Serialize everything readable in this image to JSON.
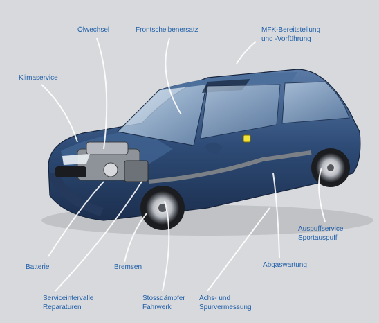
{
  "labels": {
    "oelwechsel": "Ölwechsel",
    "frontscheibe": "Frontscheibenersatz",
    "mfk_line1": "MFK-Bereitstellung",
    "mfk_line2": "und -Vorführung",
    "klimaservice": "Klimaservice",
    "auspuff_line1": "Auspuffservice",
    "auspuff_line2": "Sportauspuff",
    "abgaswartung": "Abgaswartung",
    "batterie": "Batterie",
    "bremsen": "Bremsen",
    "service_line1": "Serviceintervalle",
    "service_line2": "Reparaturen",
    "stoss_line1": "Stossdämpfer",
    "stoss_line2": "Fahrwerk",
    "achs_line1": "Achs- und",
    "achs_line2": "Spurvermessung"
  },
  "colors": {
    "background": "#d8d9dc",
    "label_text": "#1f5fa8",
    "car_body": "#2f4f7a",
    "leader_line": "#ffffff",
    "highlight_part": "#f3e23a"
  }
}
